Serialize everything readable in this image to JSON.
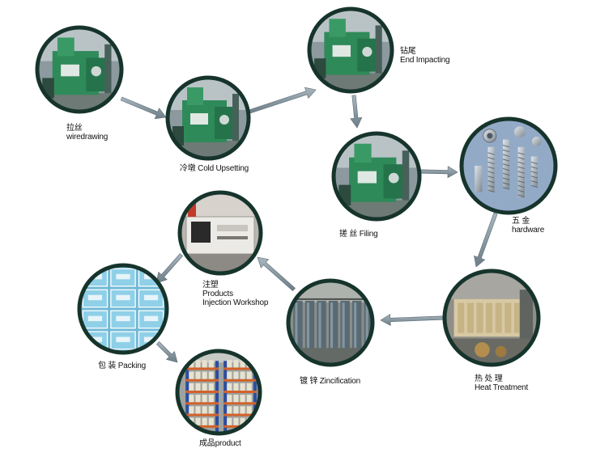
{
  "theme": {
    "ring_color": "#16342c",
    "arrow_color": "#7c8d96",
    "arrow_edge": "#5b6b74",
    "machine_green": "#2f8a5a",
    "rack_blue": "#2a4ea0",
    "box_cyan": "#8fd0e8"
  },
  "steps": [
    {
      "id": "wiredrawing",
      "lines": [
        "拉丝",
        "wiredrawing"
      ],
      "scene": "green-machine-icon"
    },
    {
      "id": "cold-upsetting",
      "lines": [
        "冷墩 Cold Upsetting"
      ],
      "scene": "green-machine-icon"
    },
    {
      "id": "end-impacting",
      "lines": [
        "钻尾",
        "End Impacting"
      ],
      "scene": "green-machine-icon"
    },
    {
      "id": "filing",
      "lines": [
        "搓 丝 Filing"
      ],
      "scene": "green-machine-icon"
    },
    {
      "id": "hardware",
      "lines": [
        "五 金",
        "hardware"
      ],
      "scene": "screws-icon"
    },
    {
      "id": "heat-treatment",
      "lines": [
        "热 处 理",
        "Heat Treatment"
      ],
      "scene": "furnace-icon"
    },
    {
      "id": "zincification",
      "lines": [
        "镀 锌 Zincification"
      ],
      "scene": "tanks-icon"
    },
    {
      "id": "injection-workshop",
      "lines": [
        "注塑",
        "Products",
        "Injection Workshop"
      ],
      "scene": "injection-machine-icon"
    },
    {
      "id": "packing",
      "lines": [
        "包 装 Packing"
      ],
      "scene": "boxes-icon"
    },
    {
      "id": "product",
      "lines": [
        "成品product"
      ],
      "scene": "warehouse-rack-icon"
    }
  ]
}
